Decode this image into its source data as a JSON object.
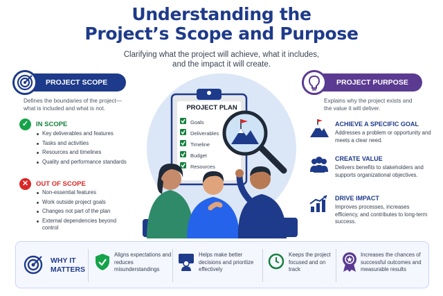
{
  "header": {
    "title_line1": "Understanding the",
    "title_line2": "Project’s Scope and Purpose",
    "subtitle_line1": "Clarifying what the project will achieve, what it includes,",
    "subtitle_line2": "and the impact it will create."
  },
  "scope": {
    "label": "PROJECT SCOPE",
    "desc_line1": "Defines the boundaries of the project—",
    "desc_line2": "what is included and what is not.",
    "in_scope": {
      "title": "IN SCOPE",
      "items": [
        "Key deliverables and features",
        "Tasks and activities",
        "Resources and timelines",
        "Quality and performance standards"
      ]
    },
    "out_scope": {
      "title": "OUT OF SCOPE",
      "items": [
        "Non-essential features",
        "Work outside project goals",
        "Changes not part of the plan",
        "External dependencies beyond control"
      ]
    }
  },
  "plan": {
    "title": "PROJECT PLAN",
    "items": [
      "Goals",
      "Deliverables",
      "Timeline",
      "Budget",
      "Resources"
    ]
  },
  "purpose": {
    "label": "PROJECT PURPOSE",
    "desc_line1": "Explains why the project exists and",
    "desc_line2": "the value it will deliver.",
    "points": [
      {
        "title": "ACHIEVE A SPECIFIC GOAL",
        "text": "Addresses a problem or opportunity and meets a clear need.",
        "icon": "mountain-flag-icon"
      },
      {
        "title": "CREATE VALUE",
        "text": "Delivers benefits to stakeholders and supports organizational objectives.",
        "icon": "people-icon"
      },
      {
        "title": "DRIVE IMPACT",
        "text": "Improves processes, increases efficiency, and contributes to long-term success.",
        "icon": "growth-chart-icon"
      }
    ]
  },
  "why": {
    "title_line1": "WHY IT",
    "title_line2": "MATTERS",
    "items": [
      {
        "text": "Aligns expectations and reduces misunderstandings",
        "icon": "shield-check-icon"
      },
      {
        "text": "Helps make better decisions and prioritize effectively",
        "icon": "presenter-icon"
      },
      {
        "text": "Keeps the project focused and on track",
        "icon": "clock-icon"
      },
      {
        "text": "Increases the chances of successful outcomes and measurable results",
        "icon": "award-icon"
      }
    ]
  },
  "colors": {
    "navy": "#1e3a8a",
    "purple": "#5b3a91",
    "green": "#15803d",
    "red": "#dc2626"
  }
}
